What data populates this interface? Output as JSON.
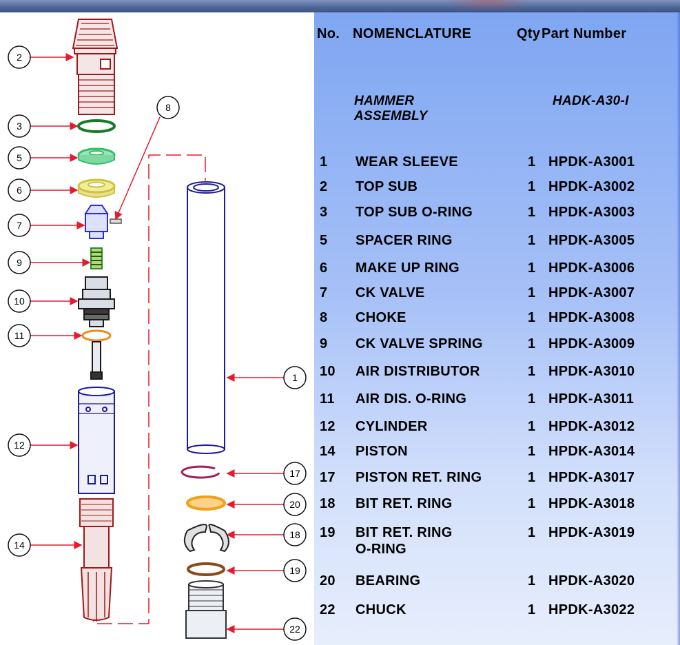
{
  "table": {
    "headers": {
      "no": "No.",
      "nomenclature": "NOMENCLATURE",
      "qty": "Qty",
      "part": "Part Number"
    },
    "assembly": {
      "name_line1": "HAMMER",
      "name_line2": "ASSEMBLY",
      "part": "HADK-A30-I"
    },
    "rows": [
      {
        "no": "1",
        "name": "WEAR SLEEVE",
        "qty": "1",
        "part": "HPDK-A3001"
      },
      {
        "no": "2",
        "name": "TOP SUB",
        "qty": "1",
        "part": "HPDK-A3002"
      },
      {
        "no": "3",
        "name": "TOP SUB O-RING",
        "qty": "1",
        "part": "HPDK-A3003"
      },
      {
        "no": "5",
        "name": "SPACER RING",
        "qty": "1",
        "part": "HPDK-A3005"
      },
      {
        "no": "6",
        "name": "MAKE UP RING",
        "qty": "1",
        "part": "HPDK-A3006"
      },
      {
        "no": "7",
        "name": "CK VALVE",
        "qty": "1",
        "part": "HPDK-A3007"
      },
      {
        "no": "8",
        "name": "CHOKE",
        "qty": "1",
        "part": "HPDK-A3008"
      },
      {
        "no": "9",
        "name": "CK VALVE SPRING",
        "qty": "1",
        "part": "HPDK-A3009"
      },
      {
        "no": "10",
        "name": "AIR DISTRIBUTOR",
        "qty": "1",
        "part": "HPDK-A3010"
      },
      {
        "no": "11",
        "name": "AIR DIS. O-RING",
        "qty": "1",
        "part": "HPDK-A3011"
      },
      {
        "no": "12",
        "name": "CYLINDER",
        "qty": "1",
        "part": "HPDK-A3012"
      },
      {
        "no": "14",
        "name": "PISTON",
        "qty": "1",
        "part": "HPDK-A3014"
      },
      {
        "no": "17",
        "name": "PISTON RET. RING",
        "qty": "1",
        "part": "HPDK-A3017"
      },
      {
        "no": "18",
        "name": "BIT RET. RING",
        "qty": "1",
        "part": "HPDK-A3018"
      },
      {
        "no": "19",
        "name": "BIT RET. RING",
        "name2": "O-RING",
        "qty": "1",
        "part": "HPDK-A3019"
      },
      {
        "no": "20",
        "name": "BEARING",
        "qty": "1",
        "part": "HPDK-A3020"
      },
      {
        "no": "22",
        "name": "CHUCK",
        "qty": "1",
        "part": "HPDK-A3022"
      }
    ]
  },
  "callouts": {
    "c2": "2",
    "c3": "3",
    "c5": "5",
    "c6": "6",
    "c7": "7",
    "c8": "8",
    "c9": "9",
    "c10": "10",
    "c11": "11",
    "c12": "12",
    "c14": "14",
    "c1": "1",
    "c17": "17",
    "c20": "20",
    "c18": "18",
    "c19": "19",
    "c22": "22"
  },
  "colors": {
    "leader_red": "#e8192c",
    "part_red": "#a01818",
    "oring_green": "#1a7a2a",
    "spacer_green": "#2fbf68",
    "makeup_yellow": "#cfc23a",
    "valve_blue": "#2a2ae0",
    "orange_ring": "#f08a1a",
    "sleeve_blue": "#1a1a9a",
    "panel_top": "#7fa6f2",
    "panel_bottom": "#e7eefc"
  }
}
